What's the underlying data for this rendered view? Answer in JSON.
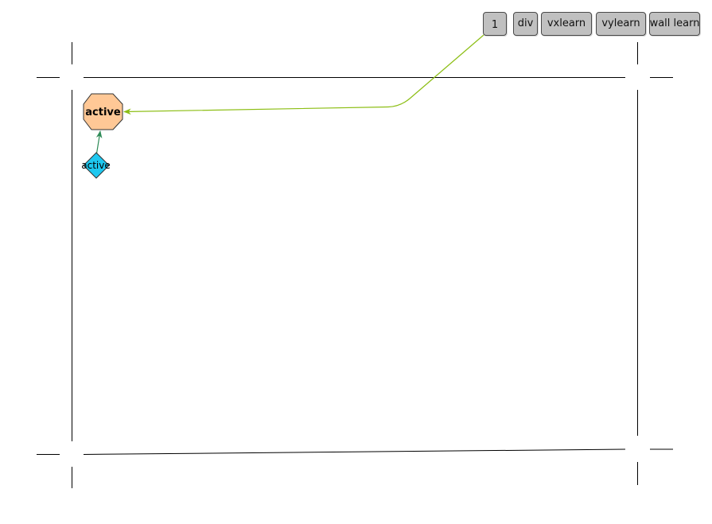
{
  "toolbar": {
    "buttons": [
      {
        "id": "btn-1",
        "label": "1"
      },
      {
        "id": "btn-div",
        "label": "div"
      },
      {
        "id": "btn-vx",
        "label": "vxlearn"
      },
      {
        "id": "btn-vy",
        "label": "vylearn"
      },
      {
        "id": "btn-wall",
        "label": "wall learn"
      }
    ]
  },
  "diagram": {
    "nodes": [
      {
        "key": "octagon",
        "shape": "octagon",
        "label": "active",
        "fill": "#ffc896",
        "bold": true
      },
      {
        "key": "diamond",
        "shape": "diamond",
        "label": "active",
        "fill": "#1ec8f0",
        "bold": false
      }
    ],
    "edges": [
      {
        "from": "btn-1",
        "to": "octagon",
        "color": "#8cbe14"
      },
      {
        "from": "diamond",
        "to": "octagon",
        "color": "#2e8b57"
      }
    ]
  }
}
